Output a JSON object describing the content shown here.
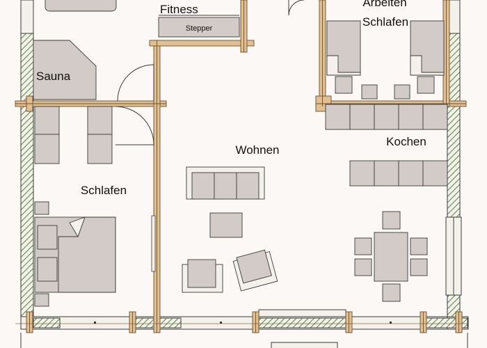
{
  "rooms": {
    "fitness": "Fitness",
    "stepper": "Stepper",
    "arbeiten": "Arbeiten",
    "schlafen_top": "Schlafen",
    "sauna": "Sauna",
    "wohnen": "Wohnen",
    "kochen": "Kochen",
    "schlafen_left": "Schlafen"
  },
  "colors": {
    "background": "#fbf8f5",
    "wood": "#e2bf8f",
    "wood_stroke": "#6b4f33",
    "furniture": "#d3cbc7",
    "furniture_stroke": "#3a3a3a",
    "insulation": "#6f9a58"
  }
}
